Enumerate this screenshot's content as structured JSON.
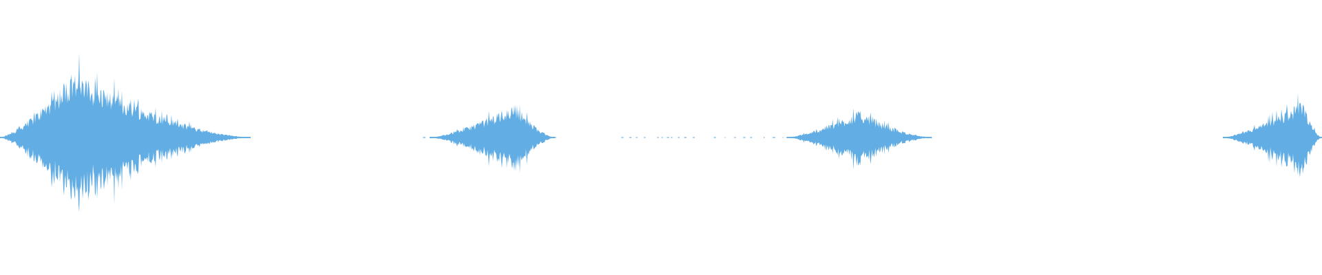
{
  "waveform": {
    "color": "#62ade3",
    "background": "#ffffff",
    "bursts": [
      {
        "start": 0.0,
        "end": 0.19,
        "peak": 0.82,
        "peak_at": 0.055
      },
      {
        "start": 0.325,
        "end": 0.42,
        "peak": 0.42,
        "peak_at": 0.39
      },
      {
        "start": 0.595,
        "end": 0.705,
        "peak": 0.33,
        "peak_at": 0.65
      },
      {
        "start": 0.925,
        "end": 1.0,
        "peak": 0.45,
        "peak_at": 0.985
      }
    ]
  }
}
